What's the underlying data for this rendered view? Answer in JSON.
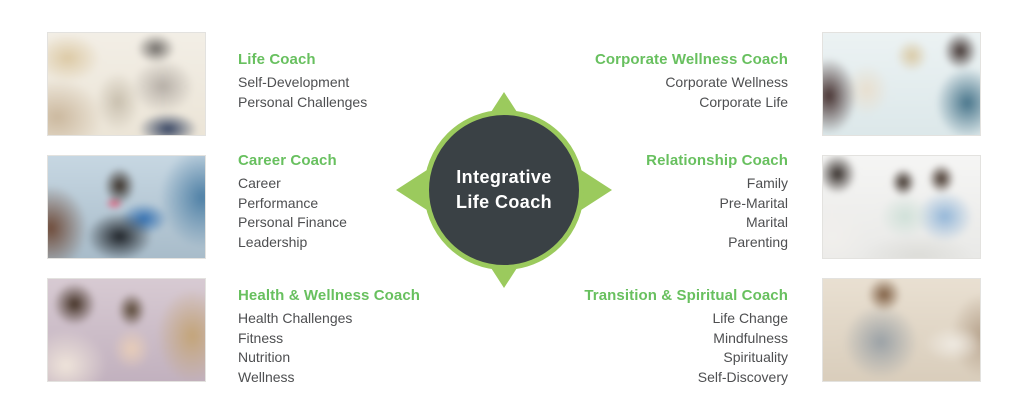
{
  "center": {
    "line1": "Integrative",
    "line2": "Life Coach"
  },
  "colors": {
    "heading_green": "#68c05f",
    "hub_green": "#9bca5d",
    "hub_dark": "#3a4145",
    "body_text": "#4e4f51",
    "background": "#ffffff"
  },
  "sections": [
    {
      "id": "life-coach",
      "side": "left",
      "title": "Life Coach",
      "items": [
        "Self-Development",
        "Personal Challenges"
      ]
    },
    {
      "id": "career-coach",
      "side": "left",
      "title": "Career Coach",
      "items": [
        "Career",
        "Performance",
        "Personal Finance",
        "Leadership"
      ]
    },
    {
      "id": "health-wellness-coach",
      "side": "left",
      "title": "Health & Wellness Coach",
      "items": [
        "Health Challenges",
        "Fitness",
        "Nutrition",
        "Wellness"
      ]
    },
    {
      "id": "corporate-wellness-coach",
      "side": "right",
      "title": "Corporate Wellness Coach",
      "items": [
        "Corporate Wellness",
        "Corporate Life"
      ]
    },
    {
      "id": "relationship-coach",
      "side": "right",
      "title": "Relationship Coach",
      "items": [
        "Family",
        "Pre-Marital",
        "Marital",
        "Parenting"
      ]
    },
    {
      "id": "transition-spiritual-coach",
      "side": "right",
      "title": "Transition & Spiritual Coach",
      "items": [
        "Life Change",
        "Mindfulness",
        "Spirituality",
        "Self-Discovery"
      ]
    }
  ],
  "photos": [
    {
      "alt": "Coach with tablet in a bright room talking with a client"
    },
    {
      "alt": "Woman gesturing while leading a discussion in a creative office"
    },
    {
      "alt": "Smiling friends talking together at home"
    },
    {
      "alt": "Office team celebrating with raised hands and high fives"
    },
    {
      "alt": "Couple holding hands on a sofa during a counseling session"
    },
    {
      "alt": "Stressed man holding his head while a therapist takes notes"
    }
  ]
}
